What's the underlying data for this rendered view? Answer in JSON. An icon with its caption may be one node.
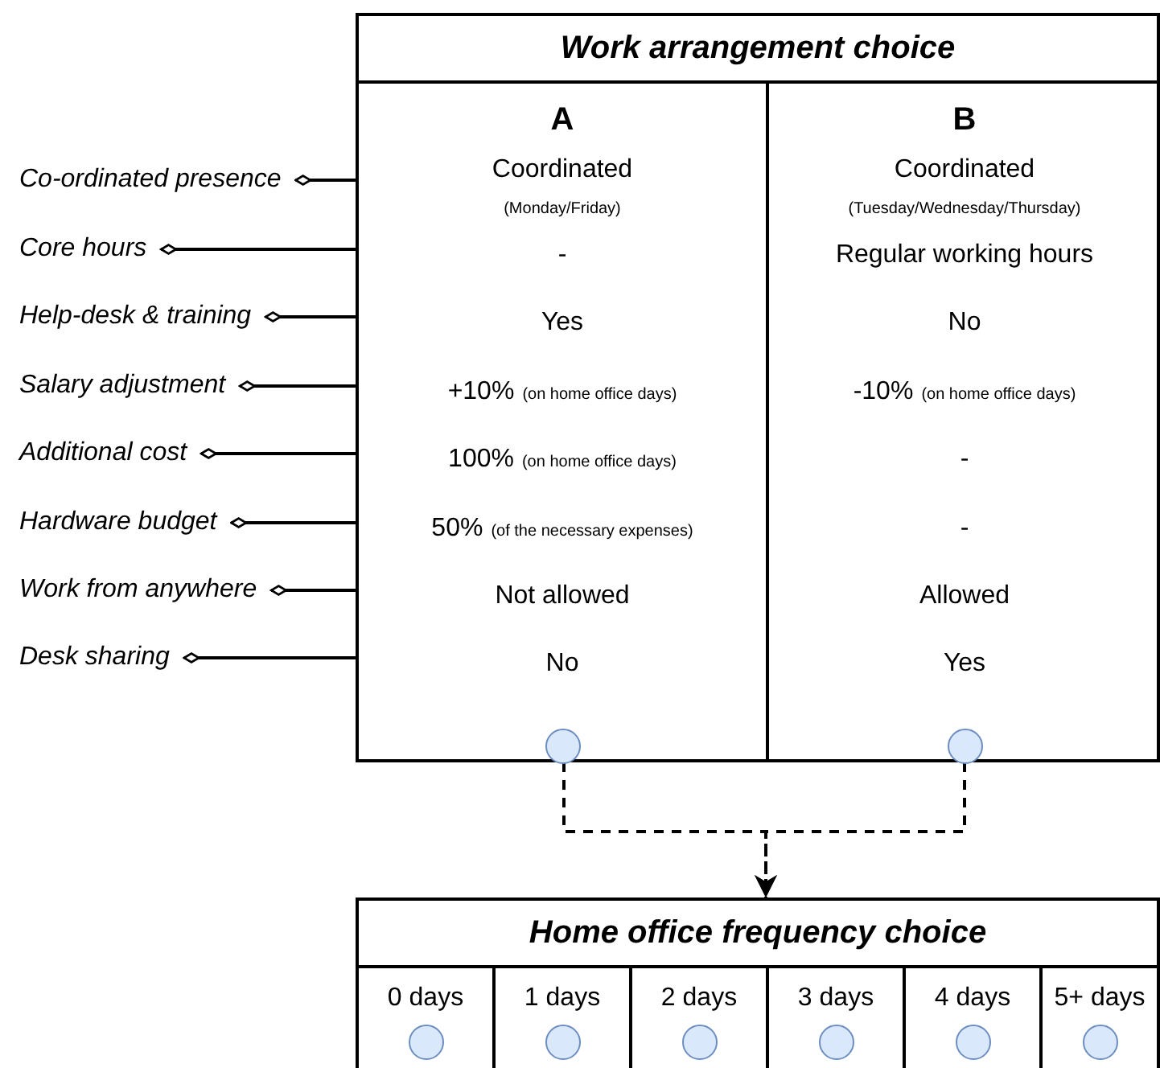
{
  "diagram": {
    "nodes": [
      {
        "text": [
          "Work arrangement choice"
        ]
      },
      {
        "text": [
          "A",
          "Coordinated",
          "(Monday/Friday)",
          "-",
          "Yes",
          "+10%",
          "(on home office days)",
          "100%",
          "(on home office days)",
          "50%",
          "(of the necessary expenses)",
          "Not allowed",
          "No"
        ],
        "in": 0
      },
      {
        "text": [
          "B",
          "Coordinated",
          "(Tuesday/Wednesday/Thursday)",
          "Regular working hours",
          "No",
          "-10%",
          "(on home office days)",
          "-",
          "-",
          "Allowed",
          "Yes"
        ],
        "in": 0
      },
      {
        "text": [],
        "shape": "circle",
        "in": 1
      },
      {
        "text": [],
        "shape": "circle",
        "in": 2
      },
      {
        "text": [
          "Co-ordinated presence"
        ]
      },
      {
        "text": [
          "Core hours"
        ]
      },
      {
        "text": [
          "Help-desk & training"
        ]
      },
      {
        "text": [
          "Salary adjustment"
        ]
      },
      {
        "text": [
          "Additional cost"
        ]
      },
      {
        "text": [
          "Hardware budget"
        ]
      },
      {
        "text": [
          "Work from anywhere"
        ]
      },
      {
        "text": [
          "Desk sharing"
        ]
      },
      {
        "text": [
          "Home office frequency choice"
        ]
      },
      {
        "text": [
          "0 days"
        ],
        "in": 13
      },
      {
        "text": [
          "1 days"
        ],
        "in": 13
      },
      {
        "text": [
          "2 days"
        ],
        "in": 13
      },
      {
        "text": [
          "3 days"
        ],
        "in": 13
      },
      {
        "text": [
          "4 days"
        ],
        "in": 13
      },
      {
        "text": [
          "5+ days"
        ],
        "in": 13
      },
      {
        "text": [],
        "shape": "circle",
        "in": 14
      },
      {
        "text": [],
        "shape": "circle",
        "in": 15
      },
      {
        "text": [],
        "shape": "circle",
        "in": 16
      },
      {
        "text": [],
        "shape": "circle",
        "in": 17
      },
      {
        "text": [],
        "shape": "circle",
        "in": 18
      },
      {
        "text": [],
        "shape": "circle",
        "in": 19
      }
    ],
    "edges": [
      {
        "from": 5,
        "to": 0,
        "arrow": "other"
      },
      {
        "from": 6,
        "to": 0,
        "arrow": "other"
      },
      {
        "from": 7,
        "to": 0,
        "arrow": "other"
      },
      {
        "from": 8,
        "to": 0,
        "arrow": "other"
      },
      {
        "from": 9,
        "to": 0,
        "arrow": "other"
      },
      {
        "from": 10,
        "to": 0,
        "arrow": "other"
      },
      {
        "from": 11,
        "to": 0,
        "arrow": "other"
      },
      {
        "from": 12,
        "to": 0,
        "arrow": "other"
      },
      {
        "from": 1,
        "to": 13,
        "arrow": "to",
        "style": "dashed"
      },
      {
        "from": 2,
        "to": 13,
        "arrow": "to",
        "style": "dashed"
      }
    ]
  }
}
